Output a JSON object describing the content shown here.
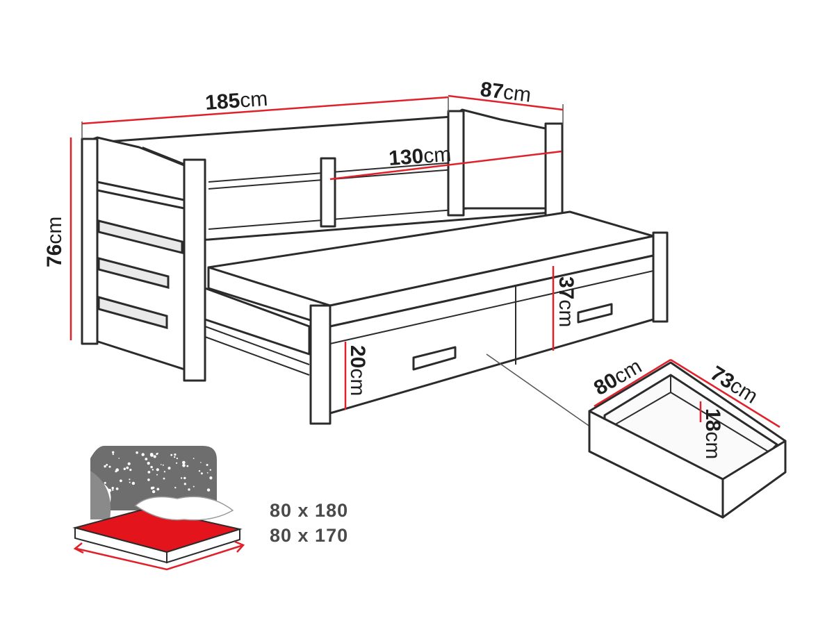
{
  "colors": {
    "dimension_line": "#e0202a",
    "outline": "#2b2b2b",
    "mattress_top": "#e4141c",
    "night_panel": "#6e6e6e"
  },
  "dimensions": {
    "length": {
      "value": "185",
      "unit": "cm"
    },
    "depth": {
      "value": "87",
      "unit": "cm"
    },
    "inner_length": {
      "value": "130",
      "unit": "cm"
    },
    "height": {
      "value": "76",
      "unit": "cm"
    },
    "drawer_front": {
      "value": "37",
      "unit": "cm"
    },
    "lower_front": {
      "value": "20",
      "unit": "cm"
    },
    "drawer_width": {
      "value": "80",
      "unit": "cm"
    },
    "drawer_depth": {
      "value": "73",
      "unit": "cm"
    },
    "drawer_height": {
      "value": "18",
      "unit": "cm"
    }
  },
  "mattress_sizes": [
    "80 x 180",
    "80 x 170"
  ],
  "icons": [
    "star-icon",
    "pillow-icon",
    "mattress-icon"
  ]
}
